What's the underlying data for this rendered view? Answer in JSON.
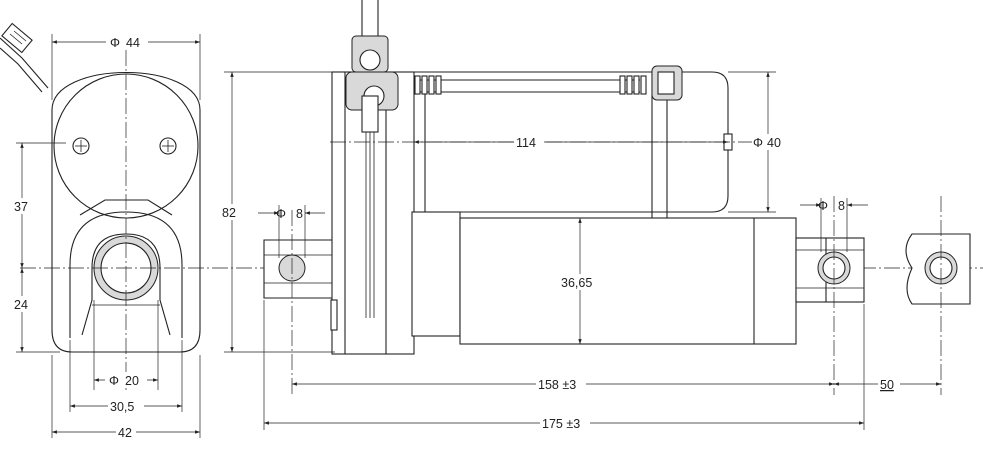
{
  "dimensions": {
    "phi_44": "44",
    "height_37": "37",
    "height_24": "24",
    "phi_20": "20",
    "width_30_5": "30,5",
    "width_42": "42",
    "height_82": "82",
    "phi_8_left": "8",
    "length_114": "114",
    "phi_40": "40",
    "phi_8_right": "8",
    "dia_36_65": "36,65",
    "stroke_158": "158 ±3",
    "extension_50": "50",
    "length_175": "175 ±3"
  },
  "symbols": {
    "diameter": "Φ"
  },
  "colors": {
    "line": "#222222",
    "shade": "#d9d9d9",
    "background": "#ffffff"
  }
}
